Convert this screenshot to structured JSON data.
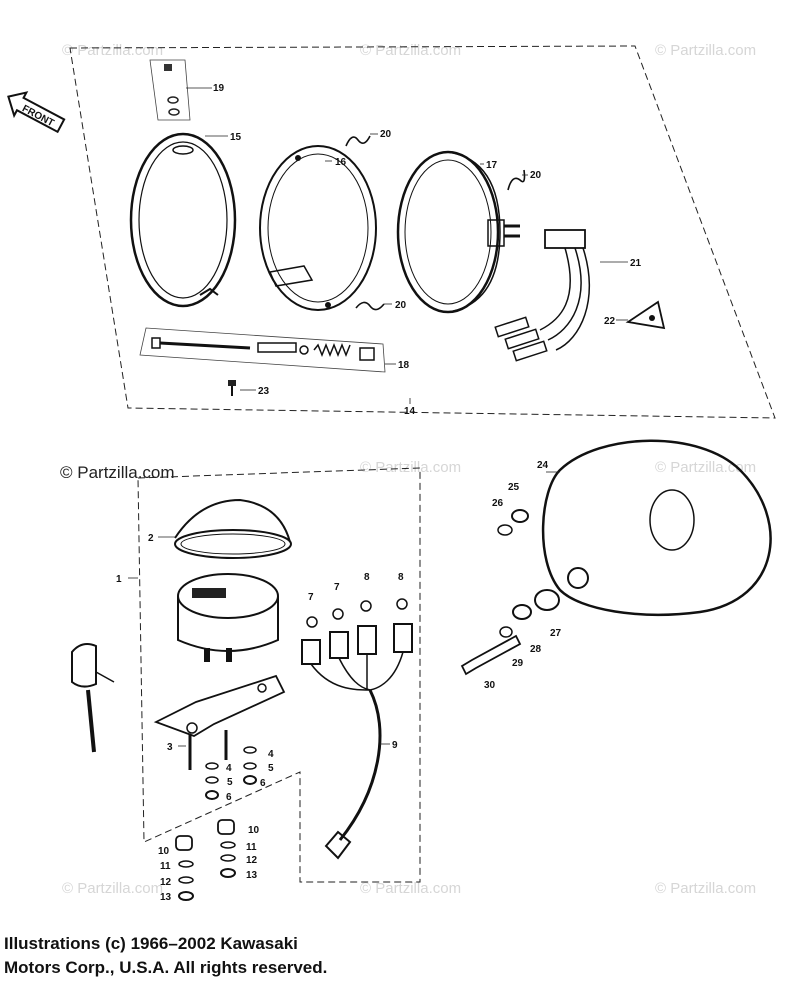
{
  "front_label": "FRONT",
  "watermark_text": "© Partzilla.com",
  "logo_text": "© Partzilla.com",
  "callouts": {
    "c1": "1",
    "c2": "2",
    "c3": "3",
    "c4a": "4",
    "c4b": "4",
    "c5a": "5",
    "c5b": "5",
    "c6a": "6",
    "c6b": "6",
    "c7a": "7",
    "c7b": "7",
    "c8a": "8",
    "c8b": "8",
    "c9": "9",
    "c10a": "10",
    "c10b": "10",
    "c11a": "11",
    "c11b": "11",
    "c12a": "12",
    "c12b": "12",
    "c13a": "13",
    "c13b": "13",
    "c14": "14",
    "c15": "15",
    "c16": "16",
    "c17": "17",
    "c18": "18",
    "c19": "19",
    "c20a": "20",
    "c20b": "20",
    "c20c": "20",
    "c21": "21",
    "c22": "22",
    "c23": "23",
    "c24": "24",
    "c25": "25",
    "c26": "26",
    "c27": "27",
    "c28": "28",
    "c29": "29",
    "c30": "30"
  },
  "copyright_line1": "Illustrations (c) 1966–2002 Kawasaki",
  "copyright_line2": "Motors Corp., U.S.A.  All rights reserved."
}
